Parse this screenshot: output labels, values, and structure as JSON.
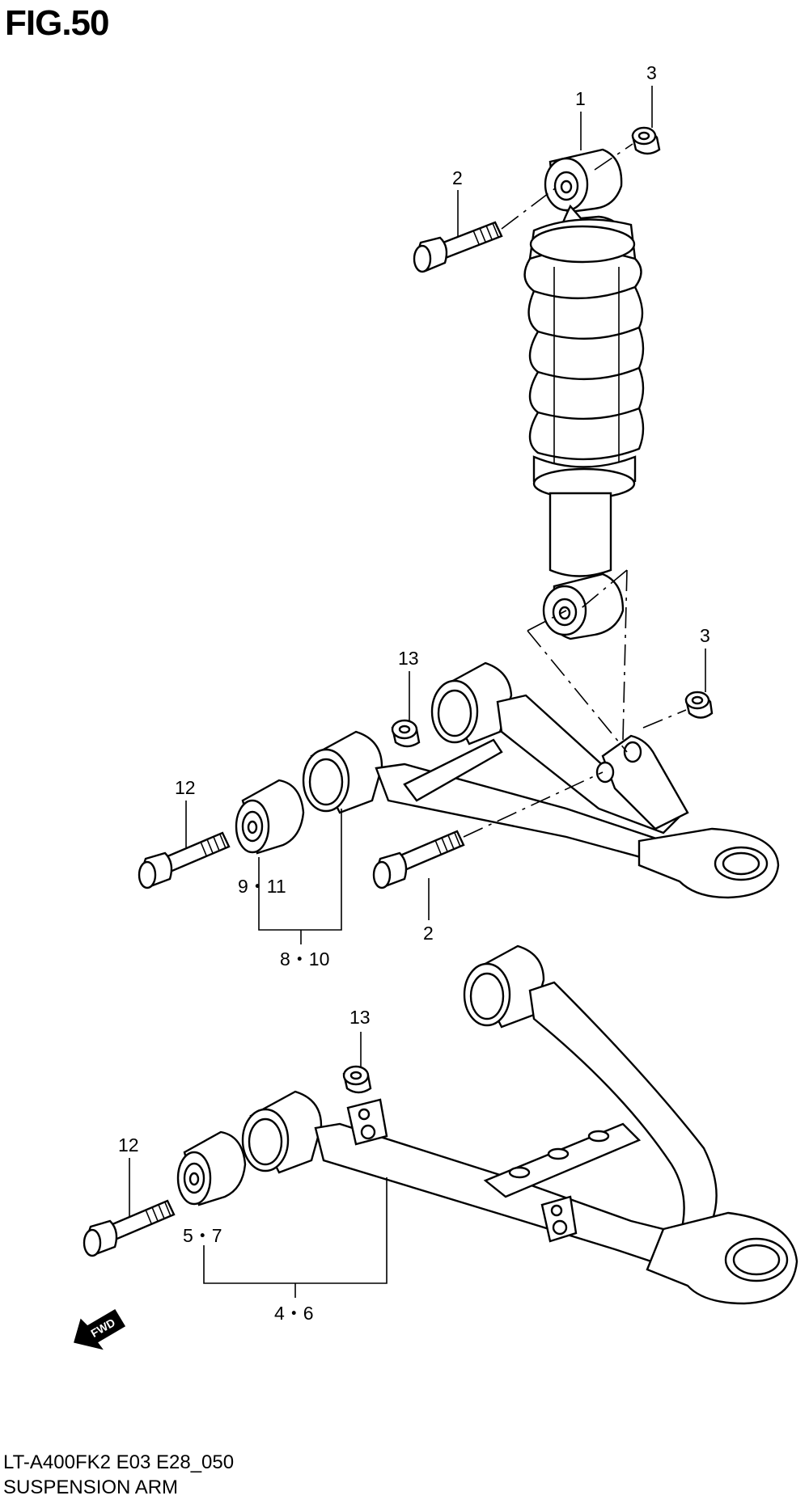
{
  "figure": {
    "title": "FIG.50",
    "code": "LT-A400FK2 E03 E28_050",
    "name": "SUSPENSION ARM"
  },
  "callouts": {
    "shock_absorber": "1",
    "shock_top_bolt": "2",
    "shock_top_nut": "3",
    "upper_arm_nut": "3",
    "upper_arm_washer": "13",
    "upper_arm_bolt": "12",
    "upper_arm_bushing": "9・11",
    "upper_arm_assy": "8・10",
    "shock_bottom_bolt": "2",
    "lower_arm_washer": "13",
    "lower_arm_bolt": "12",
    "lower_arm_bushing": "5・7",
    "lower_arm_assy": "4・6"
  },
  "fwd_label": "FWD",
  "icons": {
    "direction": "fwd-arrow-icon"
  }
}
